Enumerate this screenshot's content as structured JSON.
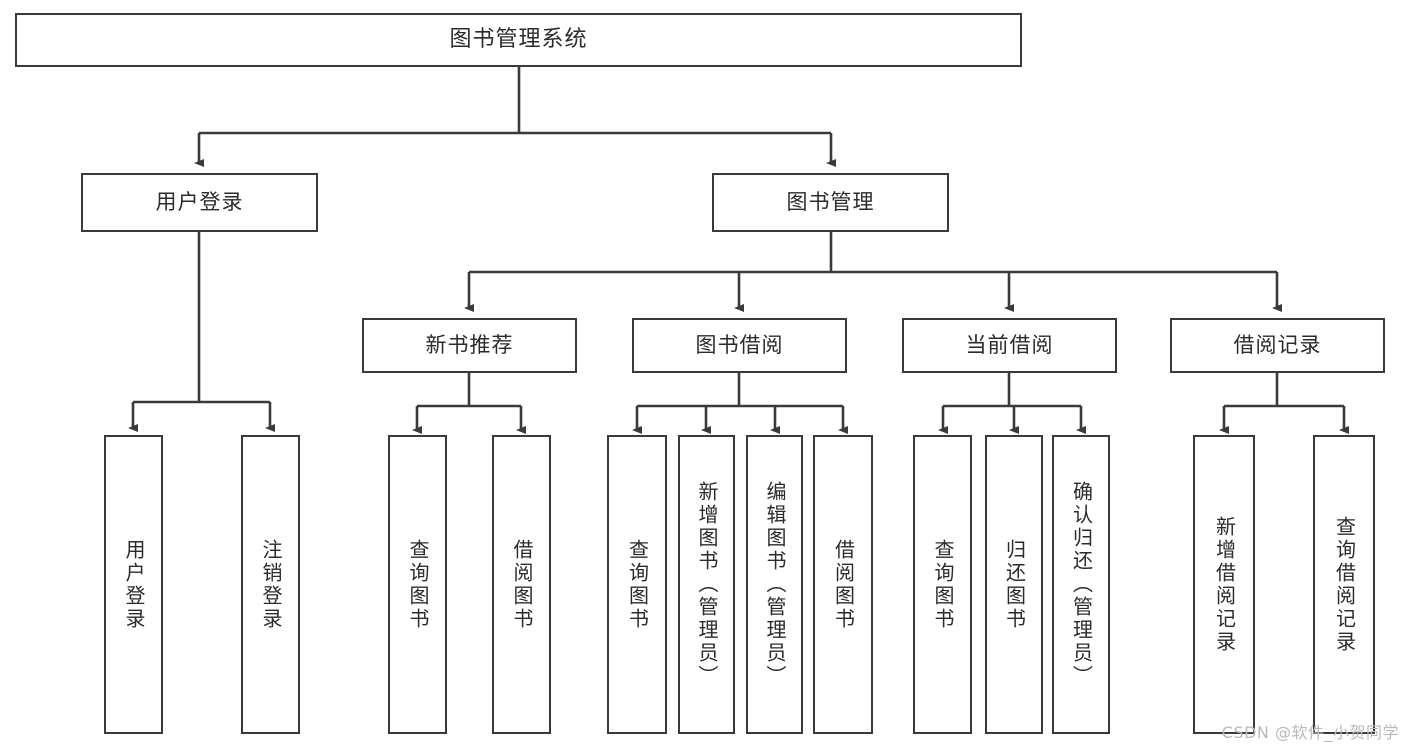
{
  "diagram": {
    "title": "图书管理系统",
    "type": "tree-hierarchy",
    "watermark": "CSDN @软件_小贺同学",
    "colors": {
      "box_border": "#3a3a3a",
      "box_fill": "#ffffff",
      "text": "#2b2b2b",
      "connector": "#3a3a3a",
      "watermark": "#b9b9b9"
    },
    "root": {
      "label": "图书管理系统"
    },
    "level2": [
      {
        "id": "user-login",
        "label": "用户登录"
      },
      {
        "id": "book-manage",
        "label": "图书管理"
      }
    ],
    "level3": [
      {
        "id": "new-book-recommend",
        "label": "新书推荐",
        "parent": "book-manage"
      },
      {
        "id": "book-borrow",
        "label": "图书借阅",
        "parent": "book-manage"
      },
      {
        "id": "current-borrow",
        "label": "当前借阅",
        "parent": "book-manage"
      },
      {
        "id": "borrow-record",
        "label": "借阅记录",
        "parent": "book-manage"
      }
    ],
    "leaves": {
      "user-login": [
        {
          "id": "leaf-user-login",
          "label": "用户登录"
        },
        {
          "id": "leaf-logout-login",
          "label": "注销登录"
        }
      ],
      "new-book-recommend": [
        {
          "id": "leaf-query-book-1",
          "label": "查询图书"
        },
        {
          "id": "leaf-borrow-book-1",
          "label": "借阅图书"
        }
      ],
      "book-borrow": [
        {
          "id": "leaf-query-book-2",
          "label": "查询图书"
        },
        {
          "id": "leaf-add-book",
          "label": "新增图书（管理员）"
        },
        {
          "id": "leaf-edit-book",
          "label": "编辑图书（管理员）"
        },
        {
          "id": "leaf-borrow-book-2",
          "label": "借阅图书"
        }
      ],
      "current-borrow": [
        {
          "id": "leaf-query-book-3",
          "label": "查询图书"
        },
        {
          "id": "leaf-return-book",
          "label": "归还图书"
        },
        {
          "id": "leaf-confirm-return",
          "label": "确认归还（管理员）"
        }
      ],
      "borrow-record": [
        {
          "id": "leaf-add-record",
          "label": "新增借阅记录"
        },
        {
          "id": "leaf-query-record",
          "label": "查询借阅记录"
        }
      ]
    }
  }
}
